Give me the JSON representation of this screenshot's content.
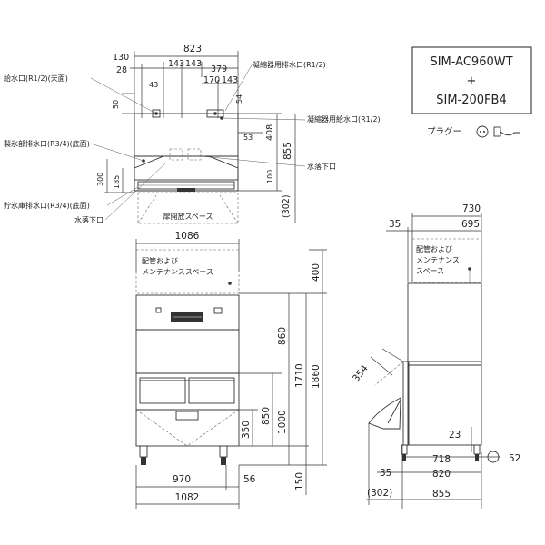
{
  "models": {
    "first": "SIM-AC960WT",
    "plus": "+",
    "second": "SIM-200FB4"
  },
  "plug": {
    "label": "プラグー"
  },
  "top_view": {
    "labels": {
      "water_supply_top": "給水口(R1/2)(天面)",
      "condenser_drain": "凝縮器用排水口(R1/2)",
      "condenser_supply": "凝縮器用給水口(R1/2)",
      "ice_drain": "製氷部排水口(R3/4)(底面)",
      "water_drop_right": "水落下口",
      "storage_drain": "貯氷庫排水口(R3/4)(底面)",
      "water_drop_left": "水落下口",
      "door_space": "扉開放スペース"
    },
    "dims": {
      "width_total": "823",
      "left_offset": "130",
      "left_inner": "28",
      "d143a": "143",
      "d143b": "143",
      "d379": "379",
      "d43": "43",
      "d170": "170",
      "d143c": "143",
      "d54": "54",
      "d50": "50",
      "d408": "408",
      "d53": "53",
      "d855": "855",
      "d300": "300",
      "d185": "185",
      "d100": "100",
      "d302": "(302)"
    }
  },
  "front_view": {
    "maintenance_label": [
      "配管および",
      "メンテナンススペース"
    ],
    "dims": {
      "top_width": "1086",
      "d400": "400",
      "d860": "860",
      "d1710": "1710",
      "d1860": "1860",
      "d850": "850",
      "d1000": "1000",
      "d350": "350",
      "d150": "150",
      "d970": "970",
      "d56": "56",
      "d1082": "1082"
    }
  },
  "side_view": {
    "maintenance_label": [
      "配管および",
      "メンテナンス",
      "スペース"
    ],
    "dims": {
      "d730": "730",
      "d35top": "35",
      "d695": "695",
      "d354": "354",
      "d23": "23",
      "d718": "718",
      "d52": "52",
      "d35": "35",
      "d820": "820",
      "d302": "(302)",
      "d855": "855"
    }
  }
}
